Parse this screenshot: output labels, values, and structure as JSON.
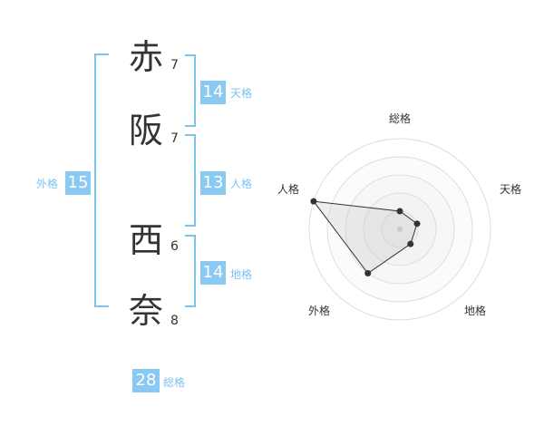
{
  "colors": {
    "accent": "#7cc3ef",
    "box": "#89c9f2",
    "text": "#333333"
  },
  "name": {
    "chars": [
      {
        "char": "赤",
        "strokes": "7"
      },
      {
        "char": "阪",
        "strokes": "7"
      },
      {
        "char": "西",
        "strokes": "6"
      },
      {
        "char": "奈",
        "strokes": "8"
      }
    ]
  },
  "kaku": {
    "tenkaku": {
      "value": "14",
      "label": "天格"
    },
    "jinkaku": {
      "value": "13",
      "label": "人格"
    },
    "chikaku": {
      "value": "14",
      "label": "地格"
    },
    "gaikaku": {
      "value": "15",
      "label": "外格"
    },
    "soukaku": {
      "value": "28",
      "label": "総格"
    }
  },
  "chart_data": {
    "type": "radar",
    "axes": [
      "総格",
      "天格",
      "地格",
      "外格",
      "人格"
    ],
    "values": [
      1,
      1,
      1,
      3,
      5
    ],
    "max": 5,
    "rings": 5
  }
}
